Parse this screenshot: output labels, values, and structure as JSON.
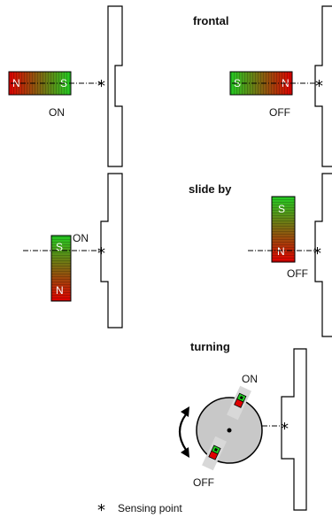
{
  "sections": {
    "frontal": {
      "title": "frontal",
      "left_state": "ON",
      "right_state": "OFF"
    },
    "slide_by": {
      "title": "slide by",
      "left_state": "ON",
      "right_state": "OFF"
    },
    "turning": {
      "title": "turning",
      "top_state": "ON",
      "bottom_state": "OFF"
    }
  },
  "poles": {
    "north": "N",
    "south": "S"
  },
  "legend": {
    "symbol": "*",
    "text": "Sensing point"
  },
  "colors": {
    "north": "#e00000",
    "south": "#22cc22",
    "outline": "#000000",
    "disc": "#c8c8c8"
  }
}
